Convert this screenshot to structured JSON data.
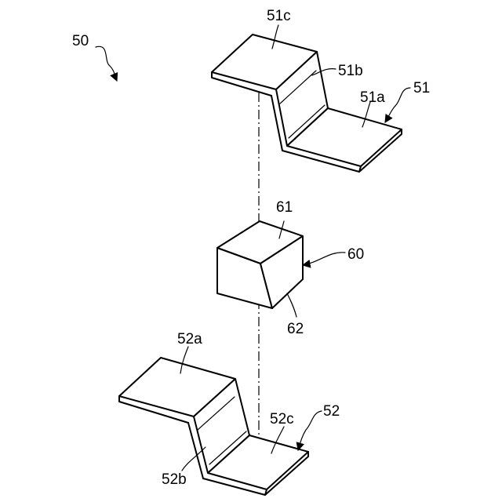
{
  "labels": {
    "assembly": "50",
    "upper_plate": "51",
    "upper_plate_a": "51a",
    "upper_plate_b": "51b",
    "upper_plate_c": "51c",
    "lower_plate": "52",
    "lower_plate_a": "52a",
    "lower_plate_b": "52b",
    "lower_plate_c": "52c",
    "block": "60",
    "block_top": "61",
    "block_side": "62"
  }
}
